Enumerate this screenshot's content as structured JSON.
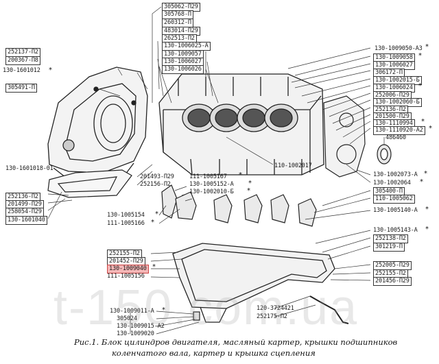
{
  "labels_left": [
    "305062-П29",
    "305768-П",
    "260312-П",
    "483014-П29",
    "262513-П2",
    "130-1006025-А",
    "252137-П2",
    "200367-П8",
    "130-1009057",
    "130-1006027",
    "130-1006026",
    "130-1601012",
    "305491-П"
  ],
  "labels_right": [
    "130-1009050-А3",
    "130-1009058",
    "130-1006027",
    "306172-П",
    "130-1002015-Б",
    "130-1006024",
    "252006-П29",
    "130-1002060-Б",
    "252136-П2",
    "201500-П29",
    "130-1110994",
    "130-1110920-А2",
    "486460"
  ],
  "labels_mid": [
    "130-1601018-01",
    "201493-П29",
    "252156-П2",
    "111-1005167",
    "130-1005152-А",
    "130-1002010-Б",
    "110-1002017",
    "252136-П2",
    "201499-П29",
    "258054-П29",
    "130-1601040",
    "130-1002073-А",
    "130-1002064",
    "305400-П",
    "110-1005062",
    "130-1005154",
    "111-1005166",
    "130-1005140-А"
  ],
  "labels_bottom": [
    "130-1005143-А",
    "252138-П2",
    "301219-П",
    "252155-П2",
    "201452-П29",
    "130-1009040",
    "111-1005156",
    "252005-П29",
    "252155-П2",
    "201456-П29",
    "120-3724421",
    "252175-П2",
    "130-1009011-А",
    "305024",
    "130-1009015-А2",
    "130-1009020"
  ],
  "watermark": "t-150.com.ua",
  "caption": {
    "line1": "Рис.1. Блок цилиндров двигателя, масляный картер, крышки подшипников",
    "line2": "коленчатого вала, картер и крышка сцепления"
  },
  "colors": {
    "highlight": "#f4b7b7",
    "line": "#222222"
  }
}
